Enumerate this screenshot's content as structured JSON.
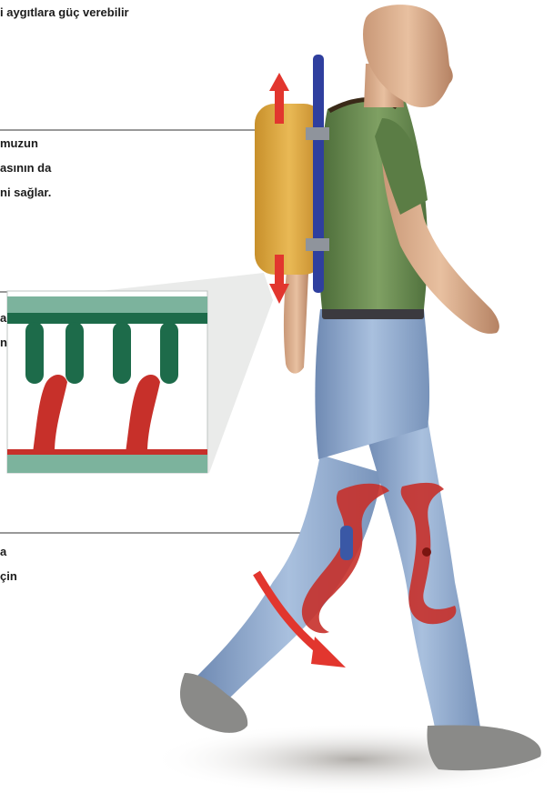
{
  "captions": {
    "top": "i aygıtlara güç verebilir",
    "backpack": [
      "muzun",
      "asının da",
      "ni sağlar."
    ],
    "inset": [
      "a",
      "n"
    ],
    "knee": [
      "a",
      "çin"
    ]
  },
  "colors": {
    "text": "#1b1b1b",
    "arrow_red": "#e2362e",
    "backpack": "#d9a43a",
    "frame_blue": "#2f3f9e",
    "shirt_green": "#5b7d45",
    "jeans": "#8ea9cf",
    "knee_brace_red": "#c7302a",
    "inset_green": "#1d6b4a",
    "inset_bar": "#7cb39d"
  }
}
